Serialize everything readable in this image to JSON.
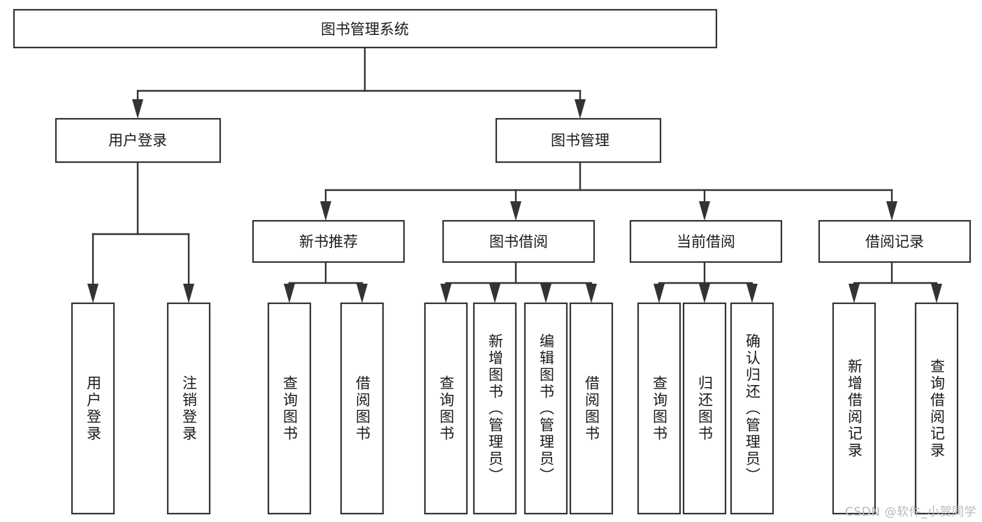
{
  "diagram": {
    "type": "tree-hierarchy-chart",
    "title": "图书管理系统",
    "background_color": "#ffffff",
    "line_color": "#333333",
    "text_color": "#1a1a1a",
    "root": {
      "id": "root",
      "label": "图书管理系统",
      "orientation": "horizontal"
    },
    "level2": [
      {
        "id": "user-login",
        "label": "用户登录",
        "orientation": "horizontal"
      },
      {
        "id": "book-management",
        "label": "图书管理",
        "orientation": "horizontal"
      }
    ],
    "level3": [
      {
        "id": "new-book-recommend",
        "label": "新书推荐",
        "orientation": "horizontal",
        "parent": "book-management"
      },
      {
        "id": "book-borrow",
        "label": "图书借阅",
        "orientation": "horizontal",
        "parent": "book-management"
      },
      {
        "id": "current-borrow",
        "label": "当前借阅",
        "orientation": "horizontal",
        "parent": "book-management"
      },
      {
        "id": "borrow-record",
        "label": "借阅记录",
        "orientation": "horizontal",
        "parent": "book-management"
      }
    ],
    "leaves": [
      {
        "id": "leaf-user-login",
        "label": "用户登录",
        "parent": "user-login",
        "orientation": "vertical"
      },
      {
        "id": "leaf-logout-login",
        "label": "注销登录",
        "parent": "user-login",
        "orientation": "vertical"
      },
      {
        "id": "leaf-query-book-1",
        "label": "查询图书",
        "parent": "new-book-recommend",
        "orientation": "vertical"
      },
      {
        "id": "leaf-borrow-book-1",
        "label": "借阅图书",
        "parent": "new-book-recommend",
        "orientation": "vertical"
      },
      {
        "id": "leaf-query-book-2",
        "label": "查询图书",
        "parent": "book-borrow",
        "orientation": "vertical"
      },
      {
        "id": "leaf-add-book",
        "label": "新增图书（管理员）",
        "parent": "book-borrow",
        "orientation": "vertical"
      },
      {
        "id": "leaf-edit-book",
        "label": "编辑图书（管理员）",
        "parent": "book-borrow",
        "orientation": "vertical"
      },
      {
        "id": "leaf-borrow-book-2",
        "label": "借阅图书",
        "parent": "book-borrow",
        "orientation": "vertical"
      },
      {
        "id": "leaf-query-book-3",
        "label": "查询图书",
        "parent": "current-borrow",
        "orientation": "vertical"
      },
      {
        "id": "leaf-return-book",
        "label": "归还图书",
        "parent": "current-borrow",
        "orientation": "vertical"
      },
      {
        "id": "leaf-confirm-return",
        "label": "确认归还（管理员）",
        "parent": "current-borrow",
        "orientation": "vertical"
      },
      {
        "id": "leaf-add-record",
        "label": "新增借阅记录",
        "parent": "borrow-record",
        "orientation": "vertical"
      },
      {
        "id": "leaf-query-record",
        "label": "查询借阅记录",
        "parent": "borrow-record",
        "orientation": "vertical"
      }
    ]
  },
  "watermark": {
    "text": "CSDN @软件_小贺同学"
  }
}
